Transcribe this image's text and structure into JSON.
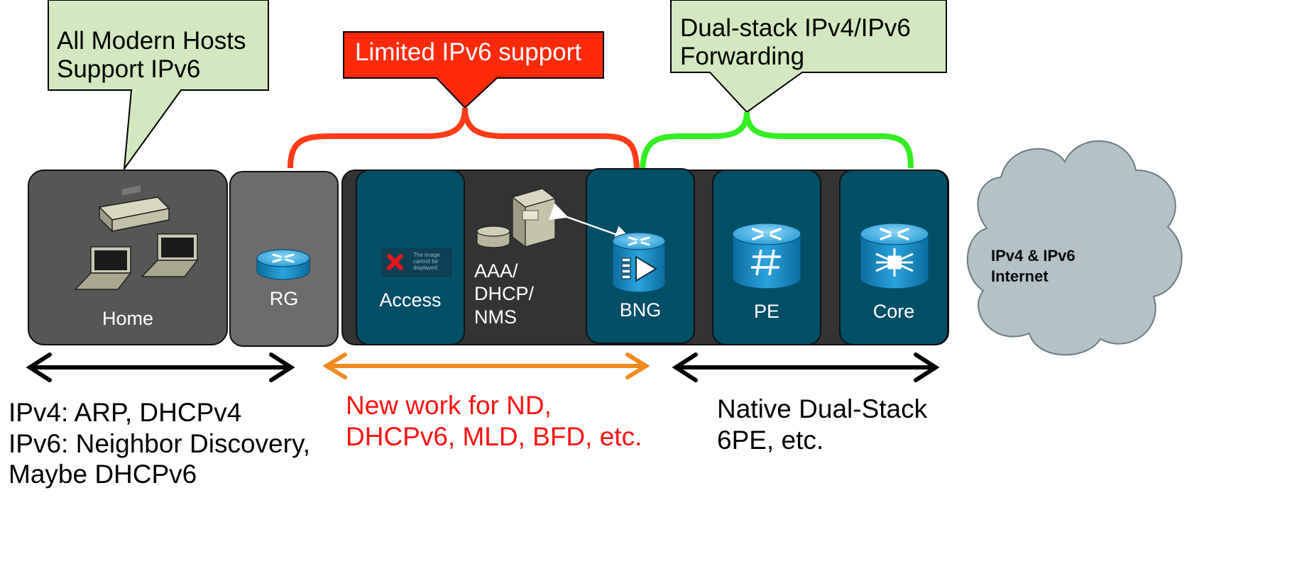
{
  "callouts": {
    "hosts": "All Modern Hosts\nSupport IPv6",
    "limited": "Limited IPv6 support",
    "dualstack": "Dual-stack IPv4/IPv6\nForwarding"
  },
  "nodes": {
    "home": "Home",
    "rg": "RG",
    "access": "Access",
    "aaa": "AAA/\nDHCP/\nNMS",
    "bng": "BNG",
    "pe": "PE",
    "core": "Core",
    "internet": "IPv4 & IPv6\nInternet"
  },
  "broken_image_text": "The image\ncannot be\ndisplayed.",
  "bottom": {
    "left": "IPv4: ARP, DHCPv4\nIPv6: Neighbor Discovery,\nMaybe DHCPv6",
    "middle": "New work for ND,\nDHCPv6, MLD, BFD, etc.",
    "right": "Native Dual-Stack\n6PE, etc."
  },
  "colors": {
    "callout_green": "#d3e8c0",
    "callout_red": "#ff2a0a",
    "brace_red": "#ff3b1a",
    "brace_green": "#33ee22",
    "teal_box": "#034f66",
    "dark_band": "#333333",
    "home_box": "#565656",
    "rg_box": "#6c6c6c",
    "cloud": "#b4c2c6",
    "arrow_orange": "#f28a20",
    "text_red": "#ff1111"
  }
}
